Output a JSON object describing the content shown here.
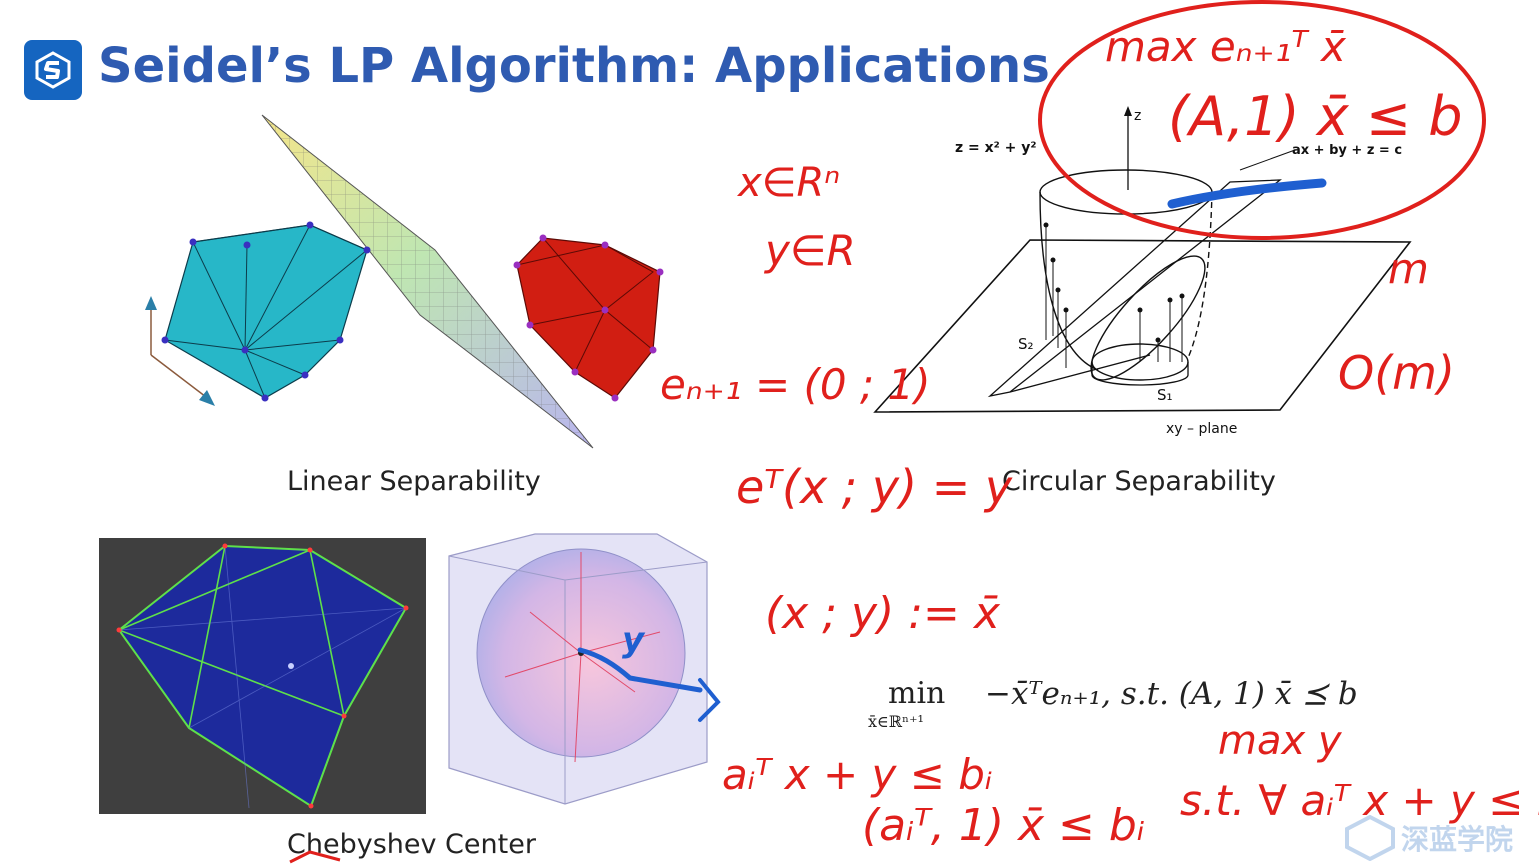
{
  "slide": {
    "title": "Seidel’s LP Algorithm: Applications"
  },
  "captions": {
    "linear": "Linear Separability",
    "circular": "Circular Separability",
    "chebyshev": "Chebyshev Center"
  },
  "figure_labels": {
    "z_axis": "z",
    "paraboloid": "z = x² + y²",
    "plane_eq": "ax + by + z = c",
    "s1": "S₁",
    "s2": "S₂",
    "xy_plane": "xy – plane"
  },
  "formula": {
    "min": "min",
    "sub": "x̄∈ℝⁿ⁺¹",
    "body": "−x̄ᵀeₙ₊₁,  s.t.  (A, 1) x̄ ⪯ b"
  },
  "annotations": {
    "max_top": "max eₙ₊₁ᵀ x̄",
    "constraint_top": "(A,1) x̄ ≤ b",
    "x_in_r": "x∈Rⁿ",
    "y_in_r": "y∈R",
    "e_def": "eₙ₊₁ = (0 ; 1)",
    "e_prod": "eᵀ(x ; y) = y",
    "xbar_def": "(x ; y) := x̄",
    "m": "m",
    "o_m": "O(m)",
    "max_y": "max y",
    "ai_line": "aᵢᵀ x + y ≤ bᵢ",
    "ai_vec": "(aᵢᵀ, 1) x̄ ≤ bᵢ",
    "st_line": "s.t. ∀ aᵢᵀ x + y ≤ bᵢ",
    "y_blue": "y"
  },
  "watermark": {
    "text": "深蓝学院"
  },
  "colors": {
    "title": "#2f5bb1",
    "ink_red": "#e0201c",
    "ink_blue": "#1f5fd0",
    "logo": "#1565c0"
  }
}
